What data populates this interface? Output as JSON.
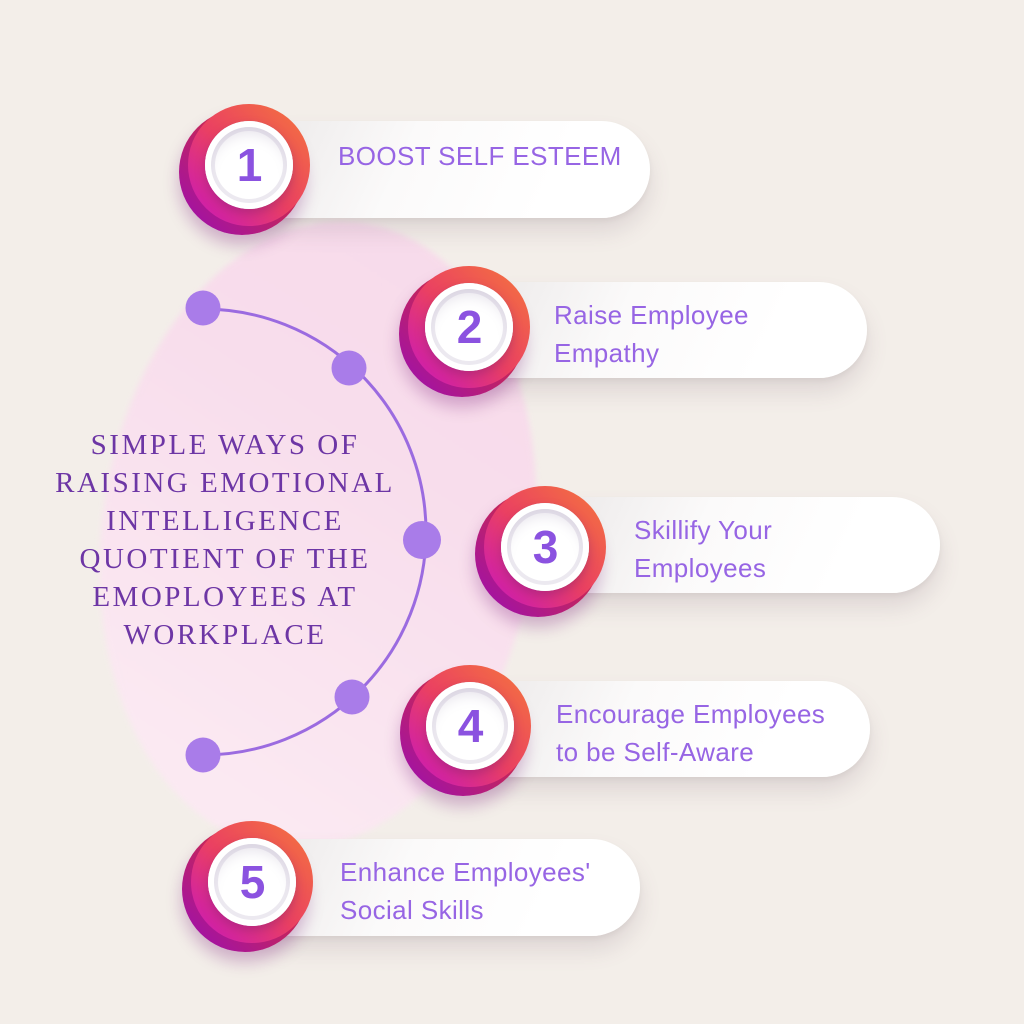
{
  "title": {
    "lines": [
      "SIMPLE WAYS OF",
      "RAISING EMOTIONAL",
      "INTELLIGENCE",
      "QUOTIENT OF THE",
      "EMOPLOYEES AT",
      "WORKPLACE"
    ]
  },
  "items": [
    {
      "number": "1",
      "lines": [
        "BOOST SELF ESTEEM"
      ]
    },
    {
      "number": "2",
      "lines": [
        "Raise Employee",
        "Empathy"
      ]
    },
    {
      "number": "3",
      "lines": [
        "Skillify Your",
        "Employees"
      ]
    },
    {
      "number": "4",
      "lines": [
        "Encourage Employees",
        "to be Self-Aware"
      ]
    },
    {
      "number": "5",
      "lines": [
        "Enhance Employees'",
        "Social Skills"
      ]
    }
  ],
  "colors": {
    "background": "#f3eee9",
    "blob_pink": "#f8ddec",
    "arc_purple": "#9b6be0",
    "dot_purple": "#a97ce9",
    "title_purple": "#6d36a5",
    "label_purple": "#9765e4",
    "number_purple": "#8b52e0",
    "ring_orange": "#f5773c",
    "ring_magenta": "#c614c2"
  }
}
